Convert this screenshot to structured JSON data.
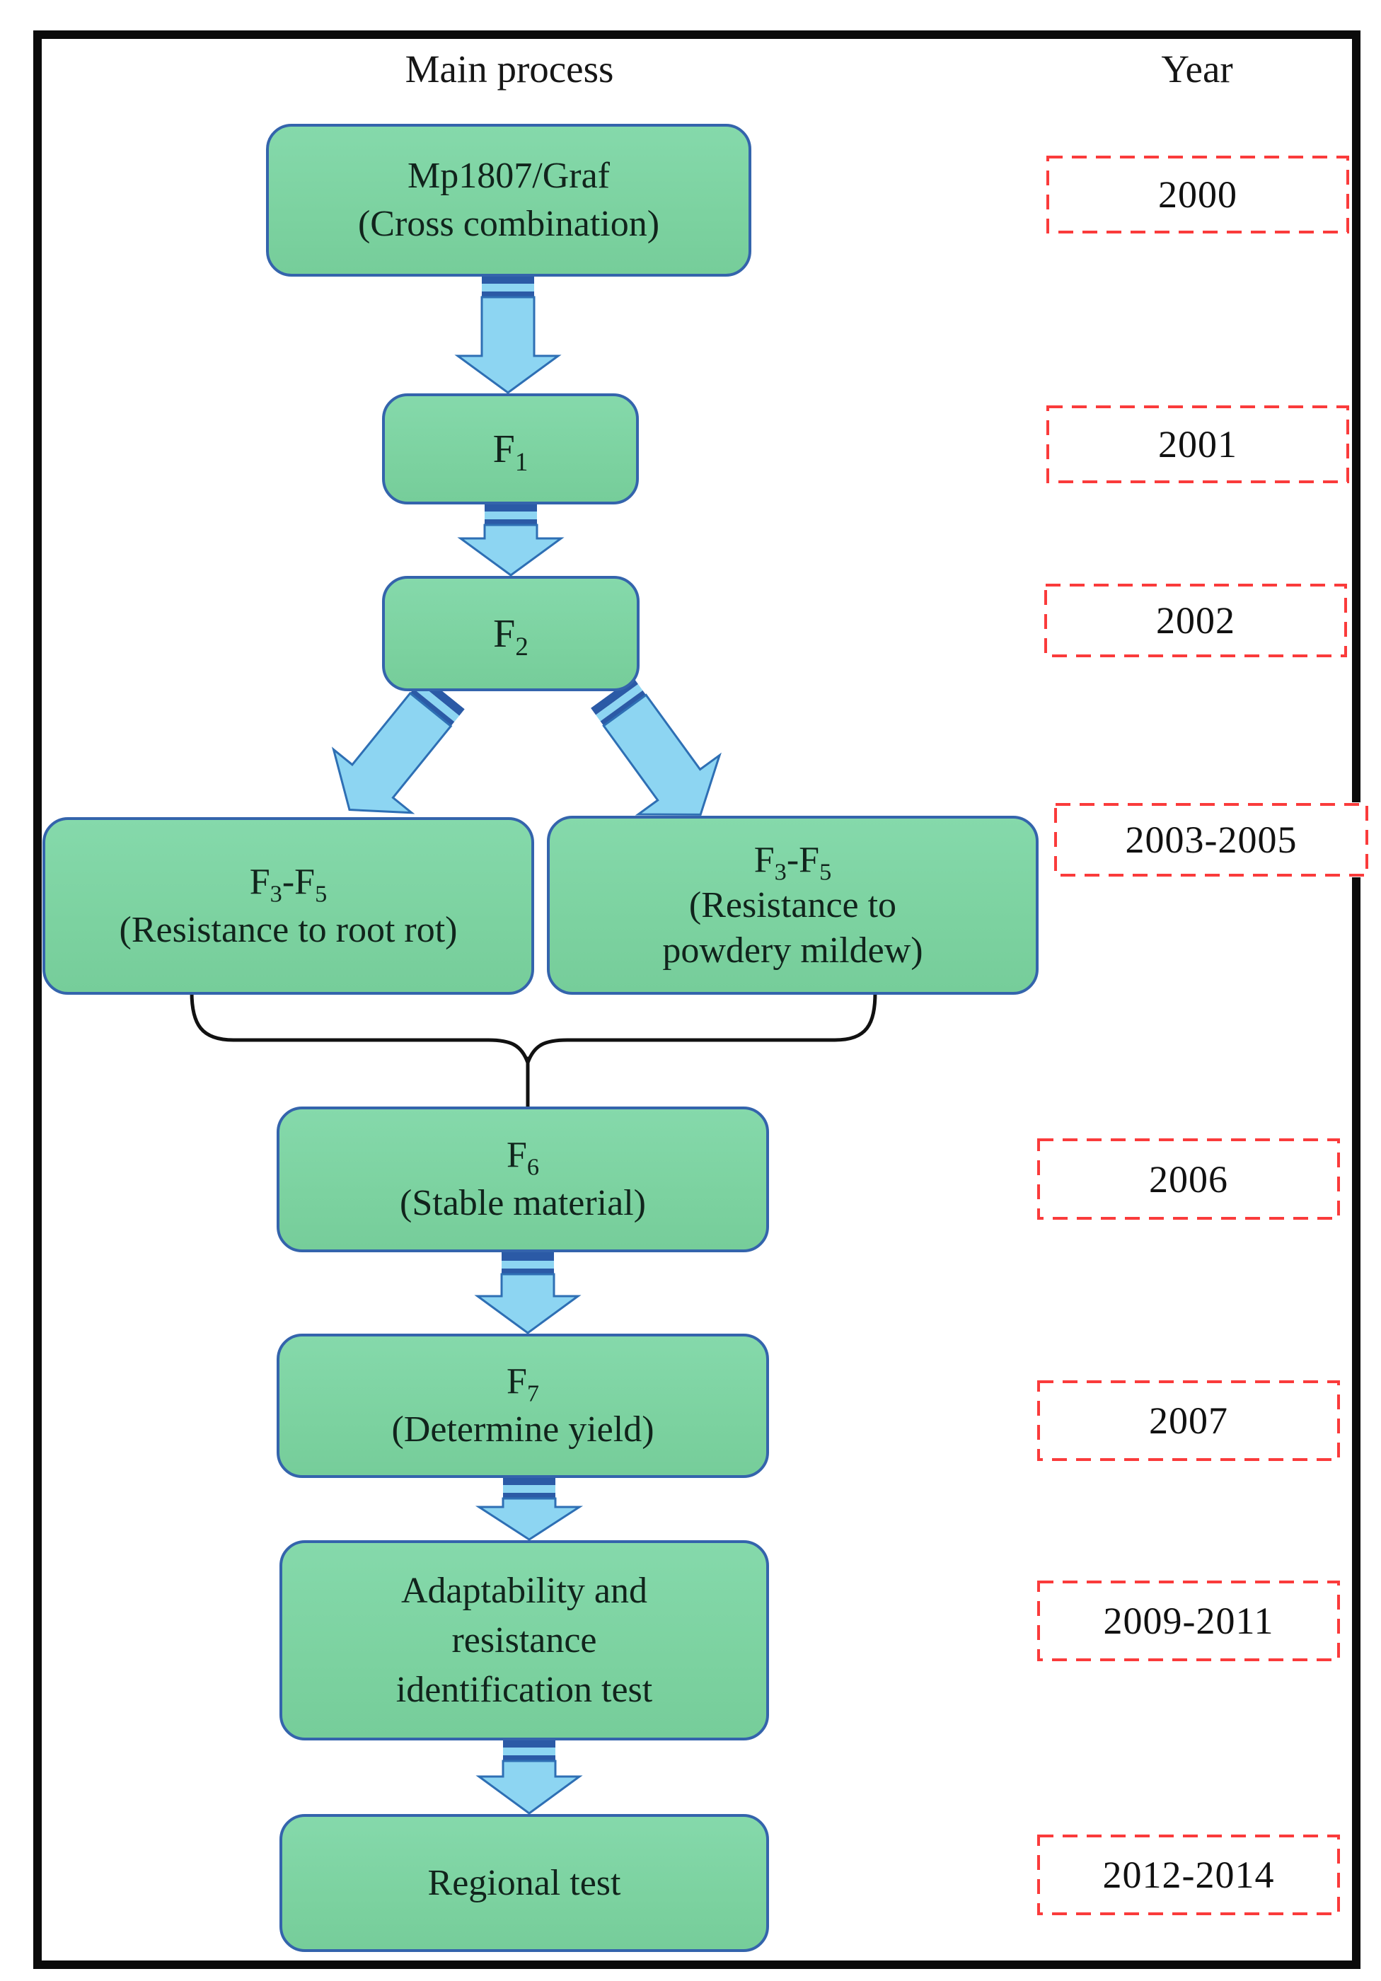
{
  "header": {
    "main": "Main process",
    "year": "Year"
  },
  "colors": {
    "box_fill": "#7cd2a0",
    "box_border": "#3464ac",
    "arrow_fill": "#8dd5f2",
    "arrow_outline": "#2e6fb4",
    "arrow_stripe": "#2b5aa6",
    "year_border": "#fa3b3b",
    "frame": "#0b0b0b",
    "bracket": "#111111",
    "text": "#141414"
  },
  "boxes": {
    "cross": {
      "line1": "Mp1807/Graf",
      "line2": "(Cross combination)"
    },
    "f1": {
      "base": "F",
      "sub": "1"
    },
    "f2": {
      "base": "F",
      "sub": "2"
    },
    "f35_left": {
      "base1": "F",
      "sub1": "3",
      "base2": "-F",
      "sub2": "5",
      "line2": "(Resistance to root rot)"
    },
    "f35_right": {
      "base1": "F",
      "sub1": "3",
      "base2": "-F",
      "sub2": "5",
      "line2": "(Resistance to",
      "line3": "powdery mildew)"
    },
    "f6": {
      "base": "F",
      "sub": "6",
      "line2": "(Stable material)"
    },
    "f7": {
      "base": "F",
      "sub": "7",
      "line2": "(Determine yield)"
    },
    "adapt": {
      "line1": "Adaptability and",
      "line2": "resistance",
      "line3": "identification test"
    },
    "regional": {
      "line1": "Regional test"
    }
  },
  "years": {
    "y2000": "2000",
    "y2001": "2001",
    "y2002": "2002",
    "y2003_2005": "2003-2005",
    "y2006": "2006",
    "y2007": "2007",
    "y2009_2011": "2009-2011",
    "y2012_2014": "2012-2014"
  }
}
